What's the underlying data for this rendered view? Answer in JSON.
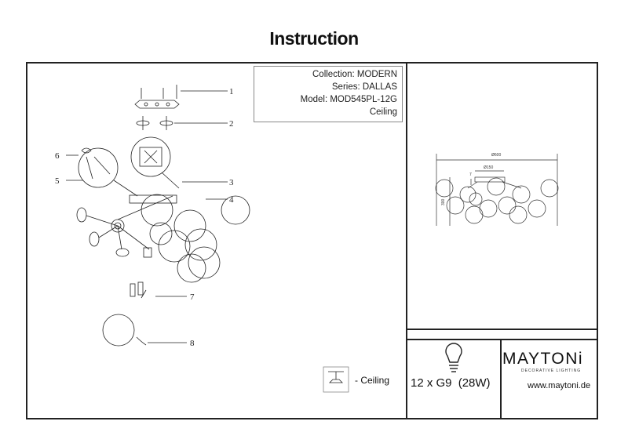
{
  "title": "Instruction",
  "info": {
    "collection": "Collection: MODERN",
    "series": "Series: DALLAS",
    "model": "Model: MOD545PL-12G",
    "mount": "Ceiling"
  },
  "legend": {
    "mount_label": "- Ceiling"
  },
  "lamp": {
    "spec": "12 x G9",
    "power": "(28W)"
  },
  "brand": {
    "name": "MAYTONi",
    "tagline": "DECORATIVE LIGHTING",
    "website": "www.maytoni.de"
  },
  "part_numbers": [
    "1",
    "2",
    "3",
    "4",
    "5",
    "6",
    "7",
    "8"
  ],
  "dimensions": {
    "width": "Ø600",
    "canopy": "Ø150",
    "height": "300",
    "offset": "7"
  }
}
